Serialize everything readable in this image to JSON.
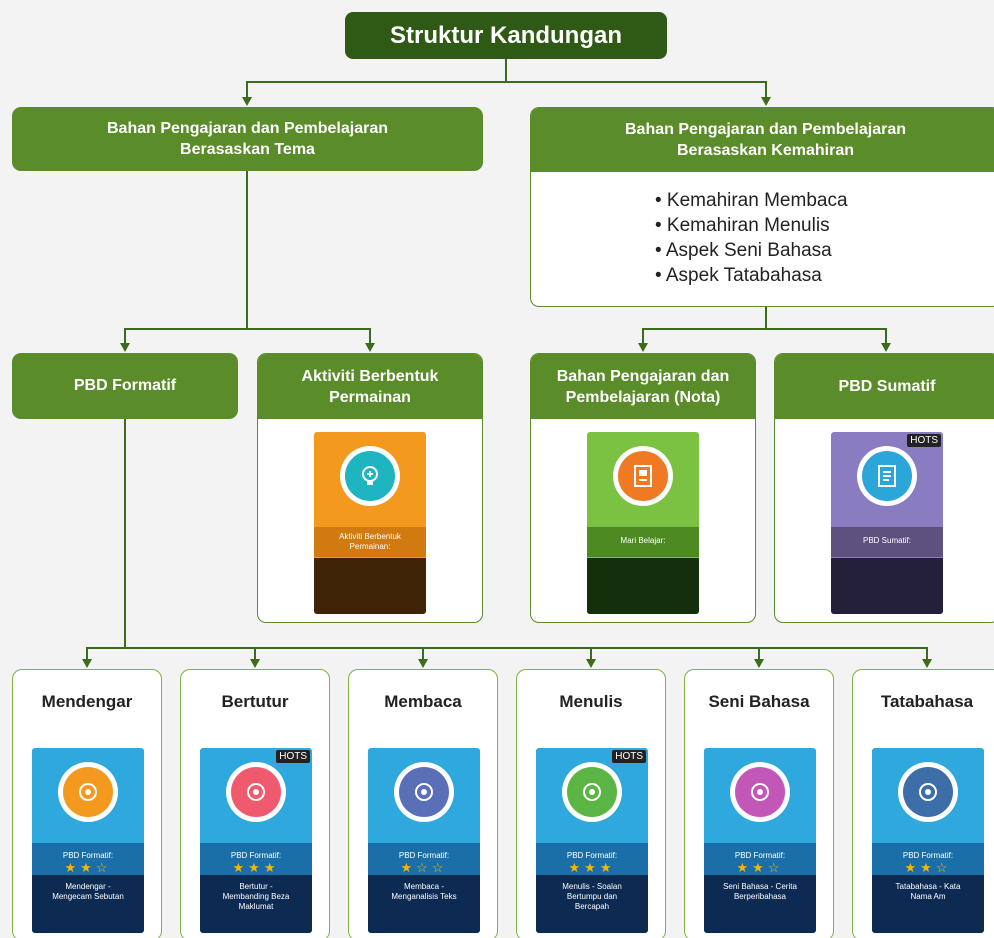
{
  "root": {
    "title": "Struktur Kandungan"
  },
  "left_branch": {
    "title": "Bahan Pengajaran dan Pembelajaran\nBerasaskan Tema"
  },
  "right_branch": {
    "title": "Bahan Pengajaran dan Pembelajaran\nBerasaskan Kemahiran",
    "items": [
      "• Kemahiran Membaca",
      "• Kemahiran Menulis",
      "• Aspek Seni Bahasa",
      "• Aspek Tatabahasa"
    ]
  },
  "level2": {
    "pbd_formatif": "PBD Formatif",
    "aktiviti": {
      "title": "Aktiviti Berbentuk\nPermainan",
      "caption": "Aktiviti Berbentuk\nPermainan:",
      "color": "#f39a1e"
    },
    "nota": {
      "title": "Bahan Pengajaran dan\nPembelajaran (Nota)",
      "caption": "Mari Belajar:",
      "color": "#7cc242"
    },
    "sumatif": {
      "title": "PBD Sumatif",
      "caption": "PBD Sumatif:",
      "hots": "HOTS",
      "color": "#8a7cc0"
    }
  },
  "skills": [
    {
      "title": "Mendengar",
      "label": "PBD Formatif:",
      "desc": "Mendengar -\nMengecam Sebutan",
      "stars": 2,
      "hots": "",
      "icon": "headphones-icon",
      "icon_color": "#f39a1e"
    },
    {
      "title": "Bertutur",
      "label": "PBD Formatif:",
      "desc": "Bertutur -\nMembanding Beza\nMaklumat",
      "stars": 3,
      "hots": "HOTS",
      "icon": "speech-bubble-icon",
      "icon_color": "#ef5a6f"
    },
    {
      "title": "Membaca",
      "label": "PBD Formatif:",
      "desc": "Membaca -\nMenganalisis Teks",
      "stars": 1,
      "hots": "",
      "icon": "reader-icon",
      "icon_color": "#5a6fb8"
    },
    {
      "title": "Menulis",
      "label": "PBD Formatif:",
      "desc": "Menulis - Soalan\nBertumpu dan\nBercapah",
      "stars": 3,
      "hots": "HOTS",
      "icon": "pencil-icon",
      "icon_color": "#5bb544"
    },
    {
      "title": "Seni Bahasa",
      "label": "PBD Formatif:",
      "desc": "Seni Bahasa - Cerita\nBerperibahasa",
      "stars": 2,
      "hots": "",
      "icon": "theatre-masks-icon",
      "icon_color": "#c257b8"
    },
    {
      "title": "Tatabahasa",
      "label": "PBD Formatif:",
      "desc": "Tatabahasa - Kata\nNama Am",
      "stars": 2,
      "hots": "",
      "icon": "text-lines-icon",
      "icon_color": "#3d6ea8"
    }
  ]
}
